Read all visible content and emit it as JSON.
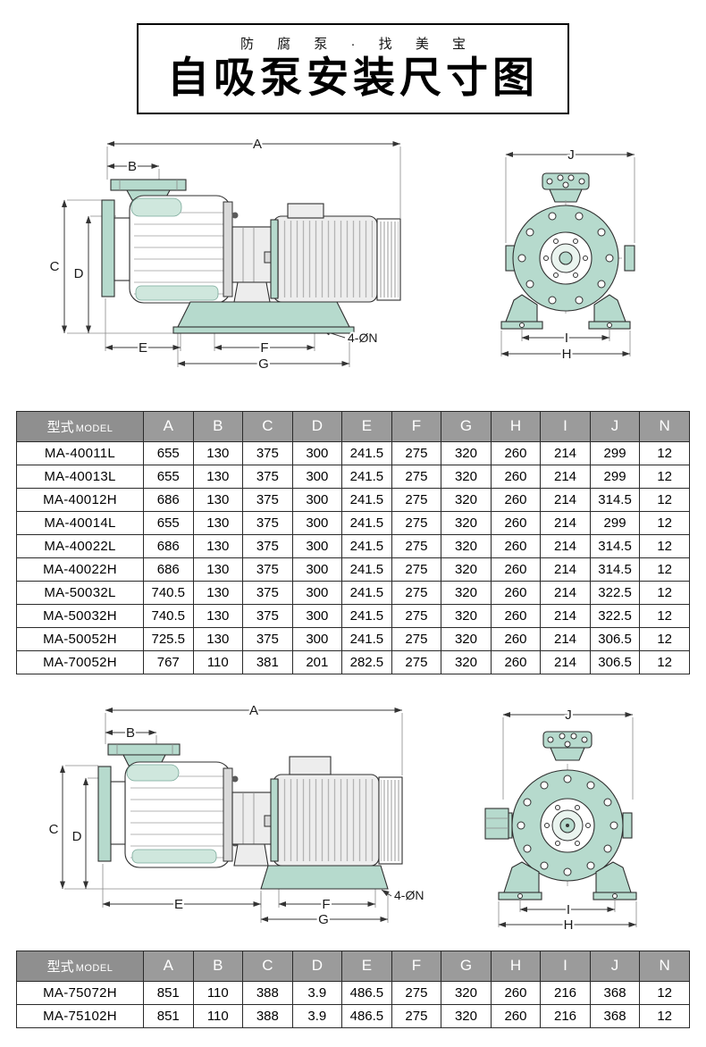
{
  "page": {
    "tagline": "防 腐 泵 · 找 美 宝",
    "title": "自吸泵安装尺寸图"
  },
  "dim_labels": {
    "A": "A",
    "B": "B",
    "C": "C",
    "D": "D",
    "E": "E",
    "F": "F",
    "G": "G",
    "H": "H",
    "I": "I",
    "J": "J",
    "holes": "4-ØN"
  },
  "table1": {
    "headers": [
      {
        "cn": "型式",
        "en": "MODEL"
      },
      "A",
      "B",
      "C",
      "D",
      "E",
      "F",
      "G",
      "H",
      "I",
      "J",
      "N"
    ],
    "rows": [
      [
        "MA-40011L",
        "655",
        "130",
        "375",
        "300",
        "241.5",
        "275",
        "320",
        "260",
        "214",
        "299",
        "12"
      ],
      [
        "MA-40013L",
        "655",
        "130",
        "375",
        "300",
        "241.5",
        "275",
        "320",
        "260",
        "214",
        "299",
        "12"
      ],
      [
        "MA-40012H",
        "686",
        "130",
        "375",
        "300",
        "241.5",
        "275",
        "320",
        "260",
        "214",
        "314.5",
        "12"
      ],
      [
        "MA-40014L",
        "655",
        "130",
        "375",
        "300",
        "241.5",
        "275",
        "320",
        "260",
        "214",
        "299",
        "12"
      ],
      [
        "MA-40022L",
        "686",
        "130",
        "375",
        "300",
        "241.5",
        "275",
        "320",
        "260",
        "214",
        "314.5",
        "12"
      ],
      [
        "MA-40022H",
        "686",
        "130",
        "375",
        "300",
        "241.5",
        "275",
        "320",
        "260",
        "214",
        "314.5",
        "12"
      ],
      [
        "MA-50032L",
        "740.5",
        "130",
        "375",
        "300",
        "241.5",
        "275",
        "320",
        "260",
        "214",
        "322.5",
        "12"
      ],
      [
        "MA-50032H",
        "740.5",
        "130",
        "375",
        "300",
        "241.5",
        "275",
        "320",
        "260",
        "214",
        "322.5",
        "12"
      ],
      [
        "MA-50052H",
        "725.5",
        "130",
        "375",
        "300",
        "241.5",
        "275",
        "320",
        "260",
        "214",
        "306.5",
        "12"
      ],
      [
        "MA-70052H",
        "767",
        "110",
        "381",
        "201",
        "282.5",
        "275",
        "320",
        "260",
        "214",
        "306.5",
        "12"
      ]
    ]
  },
  "table2": {
    "headers": [
      {
        "cn": "型式",
        "en": "MODEL"
      },
      "A",
      "B",
      "C",
      "D",
      "E",
      "F",
      "G",
      "H",
      "I",
      "J",
      "N"
    ],
    "rows": [
      [
        "MA-75072H",
        "851",
        "110",
        "388",
        "3.9",
        "486.5",
        "275",
        "320",
        "260",
        "216",
        "368",
        "12"
      ],
      [
        "MA-75102H",
        "851",
        "110",
        "388",
        "3.9",
        "486.5",
        "275",
        "320",
        "260",
        "216",
        "368",
        "12"
      ]
    ]
  }
}
